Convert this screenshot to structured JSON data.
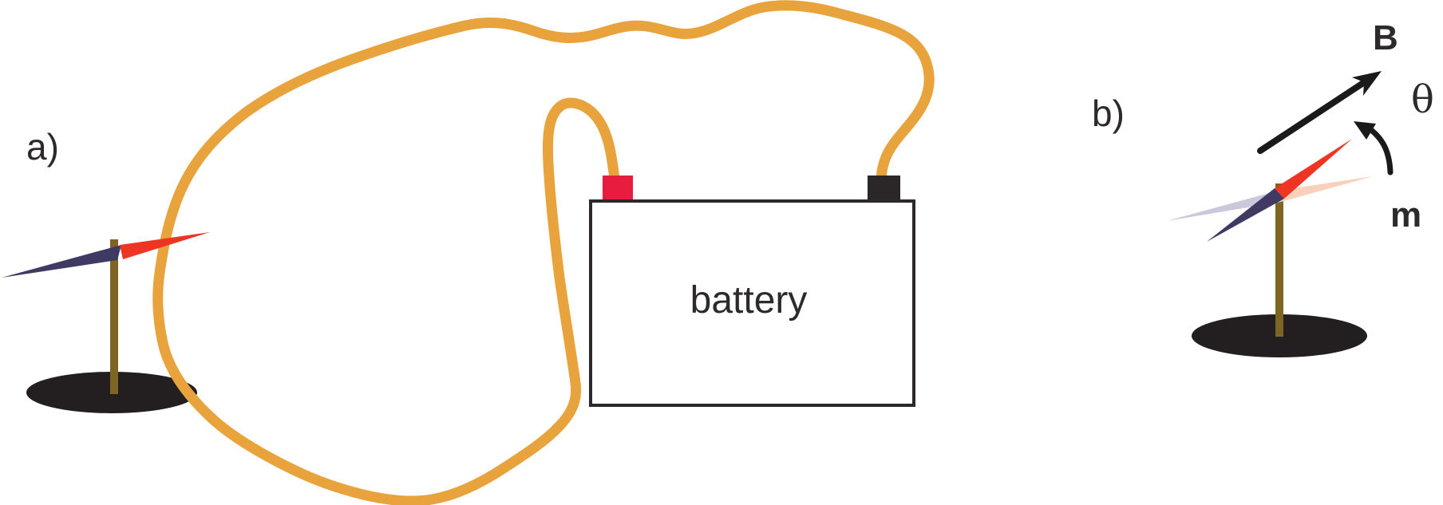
{
  "figure": {
    "panel_a": {
      "label": "a)",
      "battery_label": "battery"
    },
    "panel_b": {
      "label": "b)",
      "field_label": "B",
      "angle_label": "θ",
      "moment_label": "m"
    }
  },
  "colors": {
    "wire": "#E8A33C",
    "needle_north": "#EE3524",
    "needle_south": "#3E3A63",
    "needle_north_faded": "#F8D0BC",
    "needle_south_faded": "#CDC7DB",
    "post": "#7F6524",
    "base": "#231F20",
    "terminal_positive": "#E81C3E",
    "terminal_negative": "#2B2627",
    "battery_outline": "#2D292A",
    "text": "#2D2A2B",
    "arrow": "#1A1A1A"
  }
}
